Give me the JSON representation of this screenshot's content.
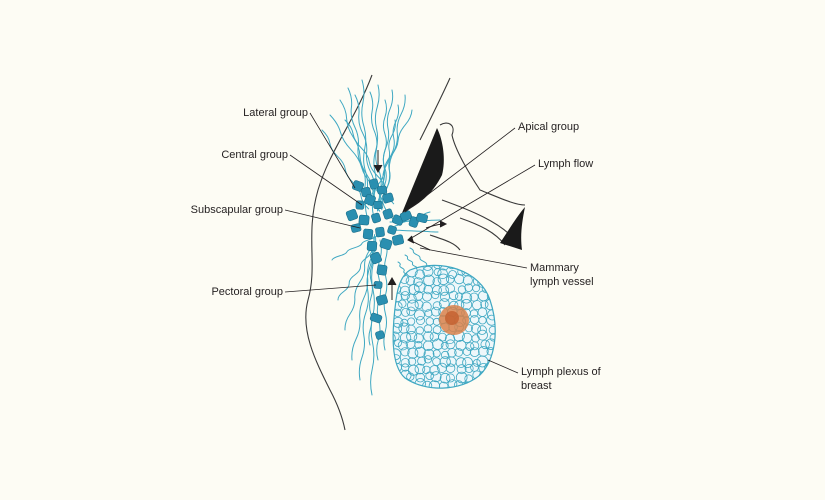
{
  "labels": {
    "lateral_group": "Lateral group",
    "central_group": "Central group",
    "subscapular_group": "Subscapular group",
    "pectoral_group": "Pectoral group",
    "apical_group": "Apical group",
    "lymph_flow": "Lymph flow",
    "mammary_vessel_line1": "Mammary",
    "mammary_vessel_line2": "lymph vessel",
    "lymph_plexus_line1": "Lymph plexus of",
    "lymph_plexus_line2": "breast"
  },
  "colors": {
    "background": "#fdfcf4",
    "outline": "#3a3a3a",
    "lymph_vessel": "#3fa8c2",
    "lymph_node": "#2a8fb0",
    "tumor": "#d9814a",
    "muscle_fill": "#1a1a1a",
    "leader_line": "#231f20"
  }
}
